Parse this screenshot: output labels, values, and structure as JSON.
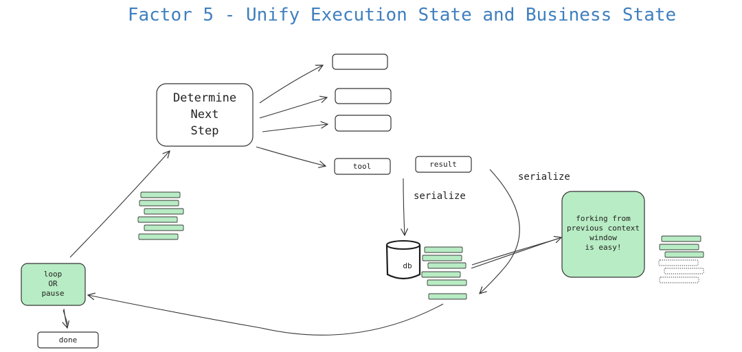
{
  "title": "Factor 5 - Unify Execution State and Business State",
  "nodes": {
    "determine": [
      "Determine",
      "Next",
      "Step"
    ],
    "tool": "tool",
    "result": "result",
    "db": "db",
    "loop": [
      "loop",
      "OR",
      "pause"
    ],
    "done": "done",
    "fork": [
      "forking from",
      "previous context",
      "window",
      "is easy!"
    ]
  },
  "labels": {
    "serialize_1": "serialize",
    "serialize_2": "serialize"
  },
  "colors": {
    "title": "#3f7fbf",
    "green_fill": "#b8ecc4",
    "stroke": "#333333"
  }
}
